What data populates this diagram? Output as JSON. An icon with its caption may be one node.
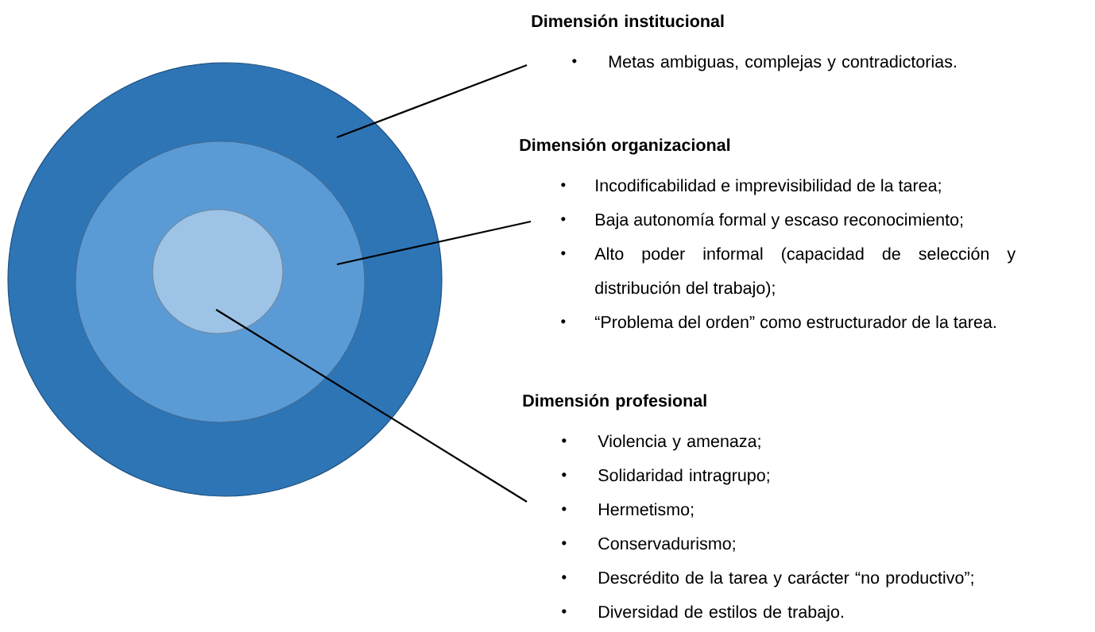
{
  "diagram": {
    "nodes": [
      {
        "text": [],
        "shape": "circle"
      },
      {
        "text": [],
        "shape": "circle",
        "in": 0
      },
      {
        "text": [],
        "shape": "circle",
        "in": 1
      },
      {
        "text": [
          "Dimensión institucional",
          "Metas ambiguas, complejas y contradictorias."
        ]
      },
      {
        "text": [
          "Dimensión organizacional",
          "Incodificabilidad e imprevisibilidad de la tarea;",
          "Baja autonomía formal y escaso reconocimiento;",
          "Alto poder informal (capacidad de selección y distribución del trabajo);",
          "“Problema del orden” como estructurador de la tarea."
        ]
      },
      {
        "text": [
          "Dimensión profesional",
          "Violencia y amenaza;",
          "Solidaridad intragrupo;",
          "Hermetismo;",
          "Conservadurismo;",
          "Descrédito de la tarea y carácter “no productivo”;",
          "Diversidad de estilos de trabajo."
        ]
      }
    ],
    "edges": [
      {
        "from": 3,
        "to": 0,
        "arrow": "none"
      },
      {
        "from": 4,
        "to": 1,
        "arrow": "none"
      },
      {
        "from": 5,
        "to": 2,
        "arrow": "none"
      }
    ]
  }
}
